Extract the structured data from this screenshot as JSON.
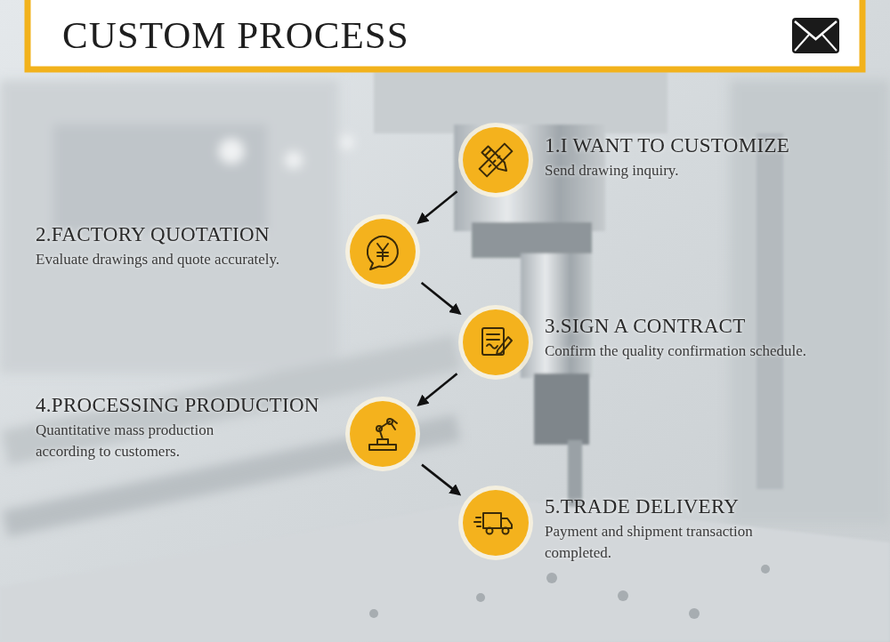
{
  "diagram": {
    "title": "CUSTOM PROCESS",
    "nodes": [
      {
        "text": [
          "1.I WANT TO CUSTOMIZE",
          "Send drawing inquiry."
        ]
      },
      {
        "text": [
          "2.FACTORY QUOTATION",
          "Evaluate drawings and quote accurately."
        ]
      },
      {
        "text": [
          "3.SIGN A CONTRACT",
          "Confirm the quality confirmation schedule."
        ]
      },
      {
        "text": [
          "4.PROCESSING PRODUCTION",
          "Quantitative mass production according to customers."
        ]
      },
      {
        "text": [
          "5.TRADE DELIVERY",
          "Payment and shipment transaction completed."
        ]
      }
    ],
    "edges": [
      {
        "from": 0,
        "to": 1,
        "arrow": "to"
      },
      {
        "from": 1,
        "to": 2,
        "arrow": "to"
      },
      {
        "from": 2,
        "to": 3,
        "arrow": "to"
      },
      {
        "from": 3,
        "to": 4,
        "arrow": "to"
      }
    ]
  }
}
